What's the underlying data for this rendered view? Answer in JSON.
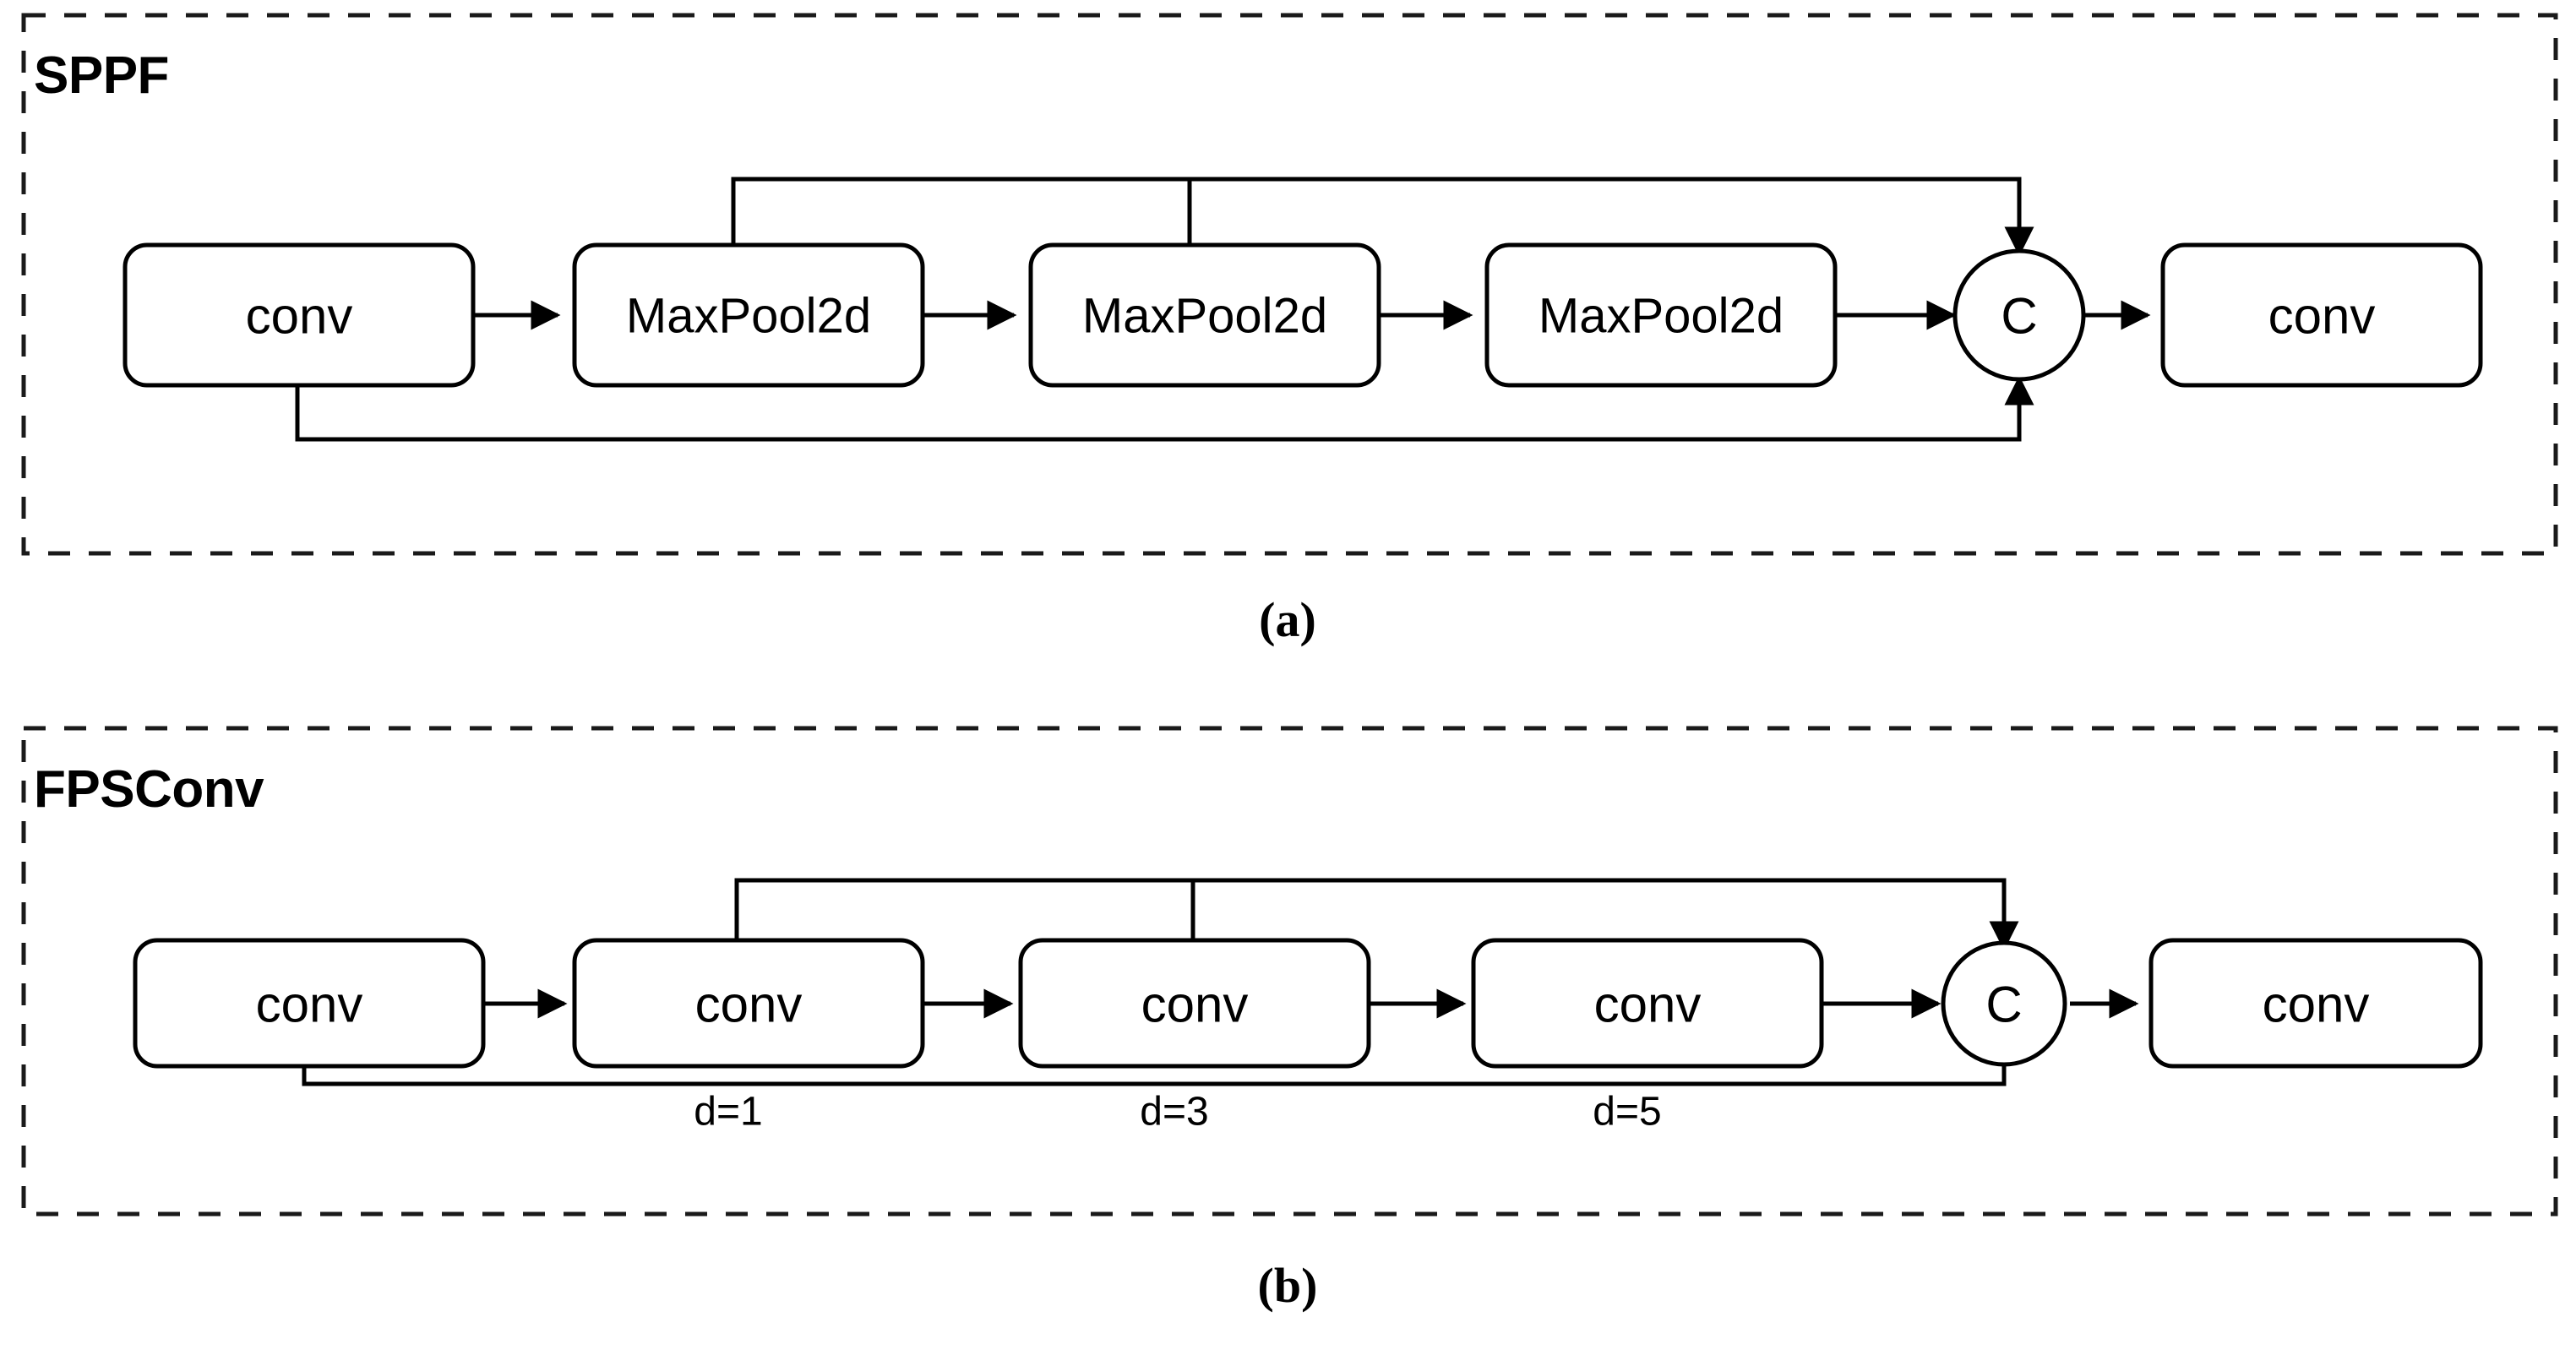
{
  "figure": {
    "panels": [
      {
        "id": "sppf",
        "title": "SPPF",
        "caption": "(a)",
        "nodes": [
          {
            "id": "sppf-conv-in",
            "label": "conv",
            "sub": ""
          },
          {
            "id": "sppf-maxpool-1",
            "label": "MaxPool2d",
            "sub": ""
          },
          {
            "id": "sppf-maxpool-2",
            "label": "MaxPool2d",
            "sub": ""
          },
          {
            "id": "sppf-maxpool-3",
            "label": "MaxPool2d",
            "sub": ""
          },
          {
            "id": "sppf-concat",
            "label": "C",
            "sub": ""
          },
          {
            "id": "sppf-conv-out",
            "label": "conv",
            "sub": ""
          }
        ]
      },
      {
        "id": "fpsconv",
        "title": "FPSConv",
        "caption": "(b)",
        "nodes": [
          {
            "id": "fps-conv-in",
            "label": "conv",
            "sub": ""
          },
          {
            "id": "fps-conv-d1",
            "label": "conv",
            "sub": "d=1"
          },
          {
            "id": "fps-conv-d3",
            "label": "conv",
            "sub": "d=3"
          },
          {
            "id": "fps-conv-d5",
            "label": "conv",
            "sub": "d=5"
          },
          {
            "id": "fps-concat",
            "label": "C",
            "sub": ""
          },
          {
            "id": "fps-conv-out",
            "label": "conv",
            "sub": ""
          }
        ]
      }
    ],
    "colors": {
      "stroke": "#000000",
      "panel_border": "#1a1a1a",
      "background": "#ffffff"
    }
  },
  "chart_data": {
    "type": "diagram",
    "title": "SPPF and FPSConv module comparison",
    "subgraphs": [
      {
        "name": "SPPF",
        "caption": "(a)",
        "nodes": [
          "conv",
          "MaxPool2d",
          "MaxPool2d",
          "MaxPool2d",
          "C",
          "conv"
        ],
        "edges": [
          "conv -> MaxPool2d(1)",
          "MaxPool2d(1) -> MaxPool2d(2)",
          "MaxPool2d(2) -> MaxPool2d(3)",
          "MaxPool2d(3) -> C",
          "MaxPool2d(1) -> C (top skip)",
          "MaxPool2d(2) -> C (top skip)",
          "conv -> C (bottom skip)",
          "C -> conv"
        ]
      },
      {
        "name": "FPSConv",
        "caption": "(b)",
        "nodes": [
          "conv",
          "conv d=1",
          "conv d=3",
          "conv d=5",
          "C",
          "conv"
        ],
        "edges": [
          "conv -> conv(d=1)",
          "conv(d=1) -> conv(d=3)",
          "conv(d=3) -> conv(d=5)",
          "conv(d=5) -> C",
          "conv(d=1) -> C (top skip)",
          "conv(d=3) -> C (top skip)",
          "conv -> C (bottom skip)",
          "C -> conv"
        ]
      }
    ]
  }
}
